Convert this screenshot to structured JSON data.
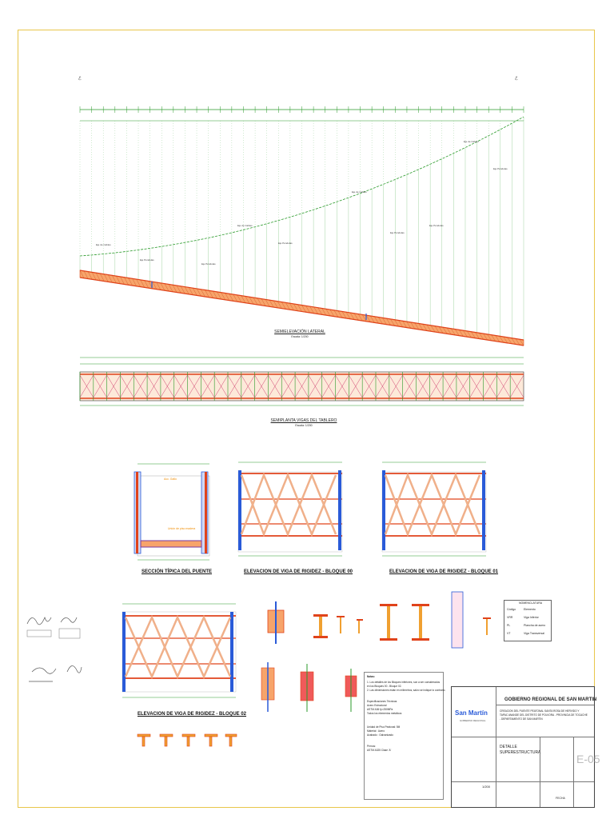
{
  "drawing": {
    "semi_elevation_title": "SEMIELEVACIÓN LATERAL",
    "semi_elevation_scale": "Escala: 1/200",
    "semi_plan_title": "SEMIPLANTA VIGAS DEL TABLERO",
    "semi_plan_scale": "Escala: 1/200",
    "section_title": "SECCIÓN TÍPICA DEL PUENTE",
    "block00_title": "ELEVACION DE VIGA DE RIGIDEZ - BLOQUE 00",
    "block01_title": "ELEVACION DE VIGA DE RIGIDEZ - BLOQUE 01",
    "block02_title": "ELEVACION DE VIGA DE RIGIDEZ - BLOQUE 02",
    "cable_labels": [
      "Eje de Cables",
      "Eje Péndolas"
    ]
  },
  "legend": {
    "title": "NOMENCLATURA",
    "header": [
      "Código",
      "Elemento"
    ],
    "rows": [
      [
        "VRR",
        "Viga Inferior"
      ],
      [
        "PL",
        "Plancha de acero"
      ],
      [
        "VT",
        "Viga Transversal"
      ]
    ]
  },
  "notes": {
    "title": "Notas:",
    "lines": [
      "1. Los detalles de los Bloques inferiores, son a ser considerados",
      "   en los Bloques 00 - Bloque 02.",
      "2. Las dimensiones están en milímetros, salvo se indique lo contrario.",
      "Especificaciones Técnicas",
      "Acero Estructural",
      "ASTM A36           fy=250MPa",
      "Todos los elementos metálicos",
      "Unidad de Piso Peatonal: 5M",
      "Material :  Acero",
      "Acabado :  Galvanizado",
      "Pernos:",
      "ASTM A325 Clase 'A'"
    ]
  },
  "title_block": {
    "org_name": "GOBIERNO REGIONAL DE SAN MARTIN",
    "logo_text": "San Martín",
    "logo_sub": "GOBIERNO REGIONAL",
    "project_lines": [
      "CREACION DEL PUENTE PEATONAL SANTA ROSA DE HERVIDO Y",
      "TAPAC ANANDE DEL DISTRITO DE POLVORA - PROVINCIA DE TOCACHE",
      "- DEPARTAMENTO DE SAN MARTIN"
    ],
    "sheet_title_1": "DETALLE",
    "sheet_title_2": "SUPERESTRUCTURA",
    "sheet_code": "E-05",
    "scale": "1/200",
    "date": "FECHA"
  }
}
